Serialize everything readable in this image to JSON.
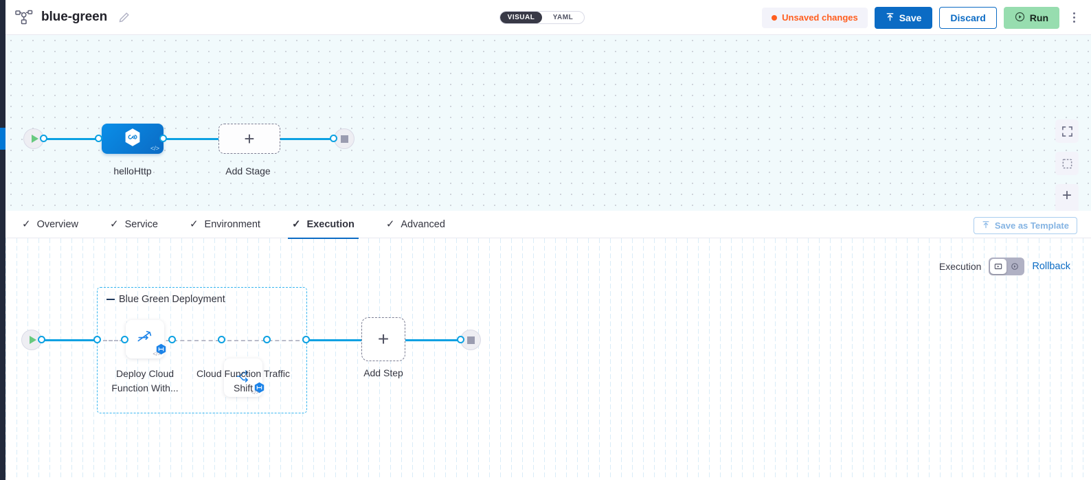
{
  "header": {
    "pipeline_icon": "pipeline-nodes-icon",
    "title": "blue-green",
    "edit_icon": "pencil-icon",
    "view_toggle": {
      "options": [
        "VISUAL",
        "YAML"
      ],
      "selected": "VISUAL"
    },
    "status": {
      "label": "Unsaved changes",
      "color": "#ff5e1f"
    },
    "save_label": "Save",
    "save_icon": "upload-icon",
    "discard_label": "Discard",
    "run_label": "Run",
    "run_icon": "play-circle-icon",
    "more_icon": "kebab-menu-icon"
  },
  "stage_canvas": {
    "start_icon": "play-icon",
    "end_icon": "stop-icon",
    "stage": {
      "label": "helloHttp",
      "icon": "harness-hexagon-icon",
      "code_badge": "</>"
    },
    "add_stage": {
      "label": "Add Stage",
      "icon": "plus-icon"
    },
    "controls": {
      "fit_icon": "fit-to-screen-icon",
      "select_icon": "selection-box-icon",
      "zoom_in": "+",
      "zoom_out": "−"
    }
  },
  "tabs": {
    "items": [
      {
        "label": "Overview",
        "check": "✓",
        "active": false
      },
      {
        "label": "Service",
        "check": "✓",
        "active": false
      },
      {
        "label": "Environment",
        "check": "✓",
        "active": false
      },
      {
        "label": "Execution",
        "check": "✓",
        "active": true
      },
      {
        "label": "Advanced",
        "check": "✓",
        "active": false
      }
    ],
    "save_as_template": {
      "label": "Save as Template",
      "icon": "upload-icon"
    }
  },
  "execution_bar": {
    "label": "Execution",
    "toggle": {
      "left_icon": "execution-view-icon",
      "right_icon": "rollback-view-icon",
      "selected": "left"
    },
    "rollback_label": "Rollback"
  },
  "execution_canvas": {
    "start_icon": "play-icon",
    "end_icon": "stop-icon",
    "step_group": {
      "title": "Blue Green Deployment",
      "steps": [
        {
          "label": "Deploy Cloud Function With...",
          "icon": "deploy-function-icon",
          "badge": "harness-template-badge",
          "code_badge": "</>"
        },
        {
          "label": "Cloud Function Traffic Shift",
          "icon": "traffic-split-icon",
          "badge": "harness-template-badge",
          "code_badge": "</>"
        }
      ]
    },
    "add_step": {
      "label": "Add Step",
      "icon": "plus-icon"
    }
  },
  "colors": {
    "accent_blue": "#0b6bc4",
    "wire_blue": "#0ba1e2",
    "group_border": "#36b5f0",
    "unsaved_orange": "#ff5e1f",
    "run_green": "#97ddaf",
    "rail_dark": "#22293b"
  }
}
